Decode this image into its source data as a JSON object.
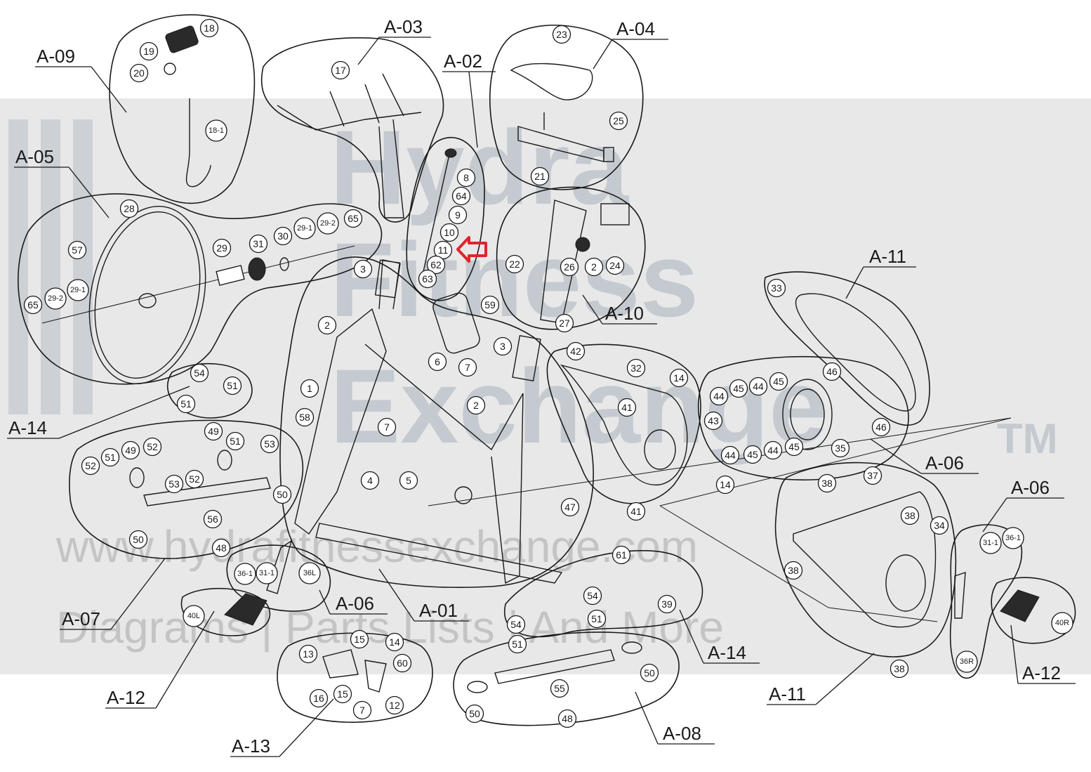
{
  "watermark": {
    "brand_line_1": "Hydra",
    "brand_line_2": "Fitness",
    "brand_line_3": "Exchange",
    "trademark": "TM",
    "url": "www.hydrafitnessexchange.com",
    "tagline": "Diagrams | Parts Lists | And More"
  },
  "highlight_color": "#e0242b",
  "groups": [
    {
      "id": "A-01",
      "label": "A-01"
    },
    {
      "id": "A-02",
      "label": "A-02"
    },
    {
      "id": "A-03",
      "label": "A-03"
    },
    {
      "id": "A-04",
      "label": "A-04"
    },
    {
      "id": "A-05",
      "label": "A-05"
    },
    {
      "id": "A-06a",
      "label": "A-06"
    },
    {
      "id": "A-06b",
      "label": "A-06"
    },
    {
      "id": "A-06c",
      "label": "A-06"
    },
    {
      "id": "A-07",
      "label": "A-07"
    },
    {
      "id": "A-08",
      "label": "A-08"
    },
    {
      "id": "A-09",
      "label": "A-09"
    },
    {
      "id": "A-10",
      "label": "A-10"
    },
    {
      "id": "A-11a",
      "label": "A-11"
    },
    {
      "id": "A-11b",
      "label": "A-11"
    },
    {
      "id": "A-12a",
      "label": "A-12"
    },
    {
      "id": "A-12b",
      "label": "A-12"
    },
    {
      "id": "A-13",
      "label": "A-13"
    },
    {
      "id": "A-14a",
      "label": "A-14"
    },
    {
      "id": "A-14b",
      "label": "A-14"
    }
  ],
  "callouts": [
    "18",
    "19",
    "20",
    "18-1",
    "17",
    "23",
    "25",
    "21",
    "8",
    "64",
    "9",
    "10",
    "11",
    "62",
    "63",
    "28",
    "57",
    "29",
    "31",
    "30",
    "29-1",
    "29-2",
    "65",
    "29-2",
    "29-1",
    "65",
    "3",
    "2",
    "59",
    "3",
    "22",
    "26",
    "2",
    "24",
    "27",
    "33",
    "1",
    "6",
    "7",
    "2",
    "58",
    "7",
    "4",
    "5",
    "42",
    "32",
    "14",
    "41",
    "14",
    "41",
    "47",
    "46",
    "45",
    "44",
    "45",
    "44",
    "43",
    "35",
    "44",
    "45",
    "44",
    "45",
    "46",
    "54",
    "51",
    "51",
    "49",
    "51",
    "53",
    "52",
    "51",
    "49",
    "52",
    "53",
    "52",
    "50",
    "56",
    "50",
    "48",
    "37",
    "38",
    "38",
    "34",
    "38",
    "38",
    "31-1",
    "36-1",
    "36R",
    "40R",
    "36-1",
    "31-1",
    "36L",
    "40L",
    "61",
    "39",
    "54",
    "51",
    "54",
    "51",
    "13",
    "15",
    "14",
    "60",
    "16",
    "15",
    "7",
    "12",
    "55",
    "50",
    "50",
    "48"
  ]
}
